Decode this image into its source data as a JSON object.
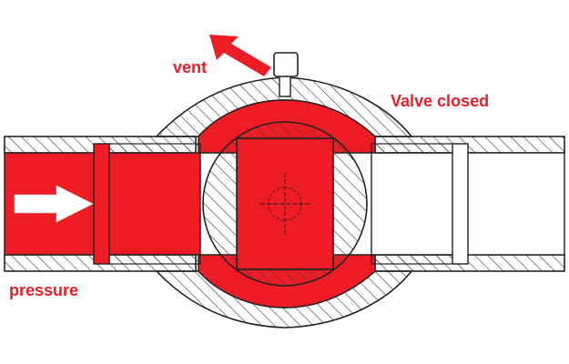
{
  "labels": {
    "vent": "vent",
    "status": "Valve closed",
    "pressure": "pressure"
  },
  "colors": {
    "pressure_fill": "#ee1c25",
    "outline": "#222222",
    "hatch": "#444444",
    "arrow": "#ffffff",
    "background": "#ffffff"
  },
  "icons": {
    "vent_arrow": "arrow-up-left-icon",
    "flow_arrow": "arrow-right-icon",
    "center_mark": "crosshair-icon"
  }
}
